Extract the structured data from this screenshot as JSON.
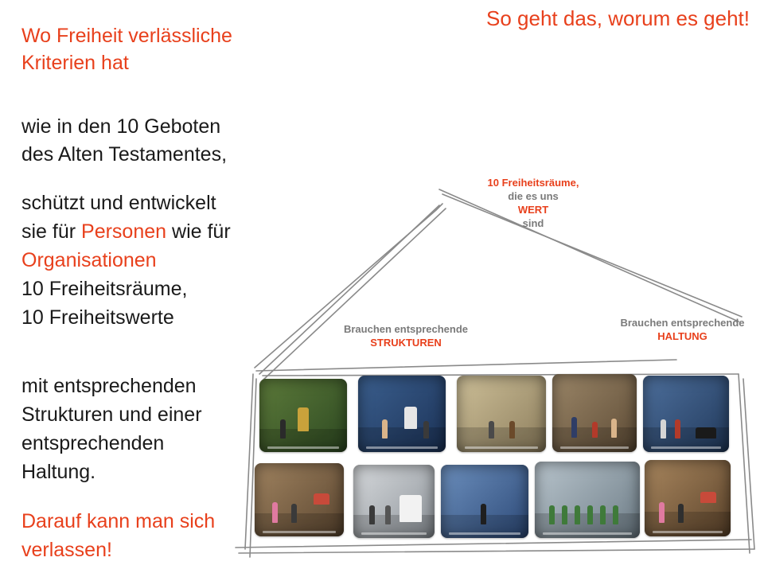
{
  "header": {
    "slogan": "So geht das, worum es geht!"
  },
  "left": {
    "title_line1": "Wo Freiheit verlässliche",
    "title_line2": "Kriterien hat",
    "p1_line1": "wie in den 10 Geboten",
    "p1_line2": "des Alten Testamentes,",
    "p2_line1": "schützt und entwickelt",
    "p2_line2_a": "sie für ",
    "p2_line2_b": "Personen",
    "p2_line2_c": " wie für",
    "p2_line3": "Organisationen",
    "p2_line4": "10 Freiheitsräume,",
    "p2_line5": "10 Freiheitswerte",
    "p3_line1": "mit entsprechenden",
    "p3_line2": "Strukturen und einer",
    "p3_line3": "entsprechenden",
    "p3_line4": "Haltung.",
    "closing_line1": "Darauf kann man sich",
    "closing_line2": "verlassen!"
  },
  "diagram": {
    "roof_line1": "10 Freiheitsräume,",
    "roof_line2": "die es uns",
    "roof_line3": "WERT",
    "roof_line4": "sind",
    "left_label_line1": "Brauchen entsprechende",
    "left_label_line2": "STRUKTUREN",
    "right_label_line1": "Brauchen entsprechende",
    "right_label_line2": "HALTUNG"
  },
  "colors": {
    "accent": "#e8401c",
    "text": "#1a1a1a",
    "muted": "#7a7a7a"
  }
}
